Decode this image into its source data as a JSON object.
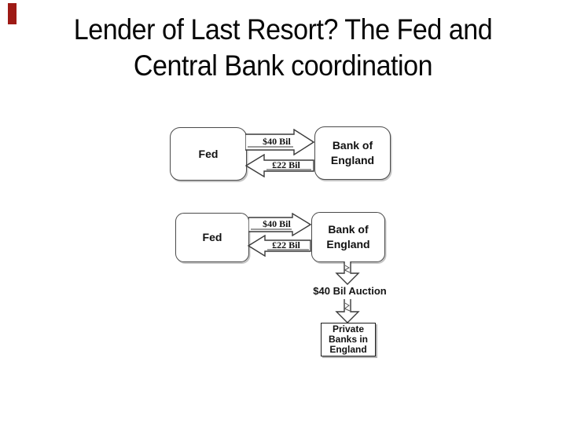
{
  "slide": {
    "title_line1": "Lender of Last Resort? The Fed and",
    "title_line2": "Central Bank coordination",
    "accent_color": "#9e1a15"
  },
  "diagram_top": {
    "fed_label": "Fed",
    "bank_label_line1": "Bank of",
    "bank_label_line2": "England",
    "flow_to_bank_label": "$40 Bil",
    "flow_to_fed_label": "£22 Bil"
  },
  "diagram_bottom": {
    "fed_label": "Fed",
    "bank_label_line1": "Bank of",
    "bank_label_line2": "England",
    "flow_to_bank_label": "$40 Bil",
    "flow_to_fed_label": "£22 Bil",
    "auction_label": "$40 Bil Auction",
    "private_banks_line1": "Private",
    "private_banks_line2": "Banks in",
    "private_banks_line3": "England"
  }
}
